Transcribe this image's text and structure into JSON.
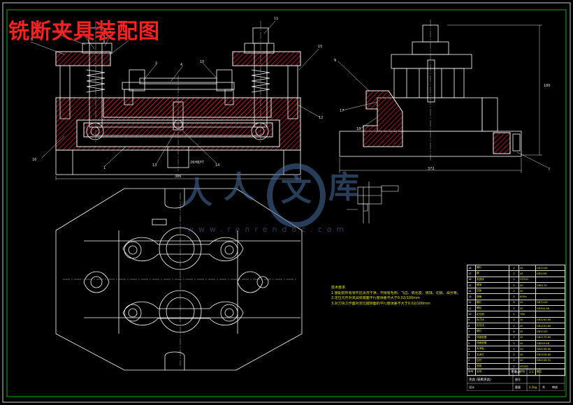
{
  "drawing": {
    "title": "铣断夹具装配图",
    "watermark": {
      "chars": [
        "人",
        "人",
        "文",
        "库"
      ],
      "url": "www.renrendoc.com"
    }
  },
  "dimensions": {
    "front_width": "386",
    "side_width": "372",
    "side_height": "180",
    "dim_small": "26H8/f7"
  },
  "balloons": {
    "front": [
      "5",
      "6",
      "8",
      "9",
      "11",
      "12",
      "15",
      "16",
      "10",
      "7",
      "1",
      "13",
      "14",
      "2",
      "4",
      "3"
    ],
    "side": [
      "9",
      "17",
      "18",
      "7"
    ]
  },
  "notes": {
    "heading": "技术要求",
    "lines": [
      "1.装配前所有零件应清洗干净，不得有毛刺、飞边、氧化皮、锈蚀、切屑、油污等。",
      "2.定位元件对夹具体底面平行度误差不大于0.02/100mm",
      "3.对刀块工作面对定位键侧面的平行度误差不大于0.02/100mm"
    ]
  },
  "bom": {
    "rows": [
      [
        "18",
        "螺钉",
        "2",
        "45",
        "GB70-85"
      ],
      [
        "17",
        "键",
        "2",
        "45",
        "GB2206"
      ],
      [
        "16",
        "夹具体",
        "1",
        "HT200",
        ""
      ],
      [
        "15",
        "螺母",
        "2",
        "45",
        "GB6170"
      ],
      [
        "14",
        "压板",
        "2",
        "45",
        ""
      ],
      [
        "13",
        "弹簧",
        "2",
        "65Mn",
        ""
      ],
      [
        "12",
        "螺钉",
        "4",
        "45",
        "GB70-85"
      ],
      [
        "11",
        "螺柱",
        "2",
        "45",
        "GB900-88"
      ],
      [
        "10",
        "定位销",
        "1",
        "T8A",
        ""
      ],
      [
        "9",
        "对刀块",
        "1",
        "20",
        "GB2240-80"
      ],
      [
        "8",
        "定位块",
        "2",
        "45",
        "GB2241-80"
      ],
      [
        "7",
        "螺钉",
        "4",
        "45",
        "GB70-85"
      ],
      [
        "6",
        "球面垫圈",
        "2",
        "45",
        "GB2170-80"
      ],
      [
        "5",
        "球面垫圈",
        "2",
        "45",
        "GB849-88"
      ],
      [
        "4",
        "支承板",
        "1",
        "20",
        "GB2236-80"
      ],
      [
        "3",
        "支承钉",
        "2",
        "45",
        "GB2226-80"
      ],
      [
        "2",
        "拉杆",
        "2",
        "45",
        "GB2236-91"
      ],
      [
        "1",
        "底座",
        "1",
        "HT200",
        ""
      ]
    ],
    "header": [
      "序号",
      "名称",
      "数量",
      "材料",
      "备注"
    ]
  },
  "title_block": {
    "name": "夹具 (铣断夹具)",
    "scale_label": "比例",
    "scale": "1:1",
    "sheet_label": "图号",
    "weight_label": "重量",
    "weight": "2.2kg",
    "qty_label": "共",
    "designer": "设计",
    "checker": "审核"
  },
  "colors": {
    "background": "#000000",
    "outline": "#ffffff",
    "hatch": "#c82020",
    "title": "#ff2020",
    "dimension": "#e8e4e0",
    "center": "#c0c0c0",
    "frame_green": "#00b400",
    "notes": "#e8e400",
    "watermark": "#4a6fa0"
  }
}
